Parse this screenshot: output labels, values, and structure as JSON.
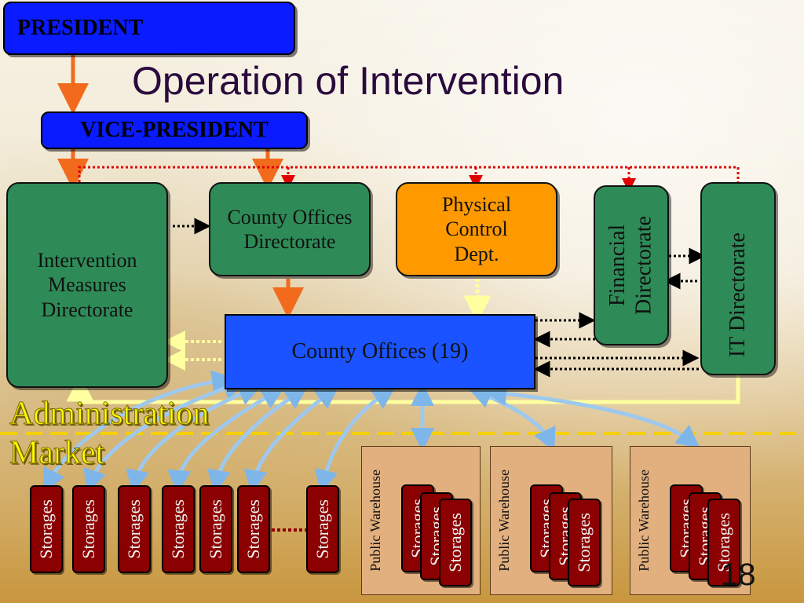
{
  "title": "Operation of Intervention",
  "president": "PRESIDENT",
  "vice_president": "VICE-PRESIDENT",
  "boxes": {
    "intervention": "Intervention Measures Directorate",
    "county_dir": "County Offices Directorate",
    "physical": "Physical Control Dept.",
    "financial": "Financial Directorate",
    "it": "IT Directorate",
    "county_offices": "County Offices (19)"
  },
  "labels": {
    "administration": "Administration",
    "market": "Market",
    "page_number": "18"
  },
  "storage_label": "Storages",
  "public_warehouse_label": "Public Warehouse",
  "colors": {
    "president_box": "#0a1bff",
    "green_box": "#2e8b57",
    "physical_box": "#ff9900",
    "county_offices_box": "#1a53ff",
    "storage_box": "#8b0000",
    "warehouse_box": "#e2b07e",
    "arrow_orange": "#f26b1d",
    "arrow_red_dotted": "#e00000",
    "arrow_light_blue": "#9ec8ee",
    "divider_yellow": "#f5d000"
  }
}
